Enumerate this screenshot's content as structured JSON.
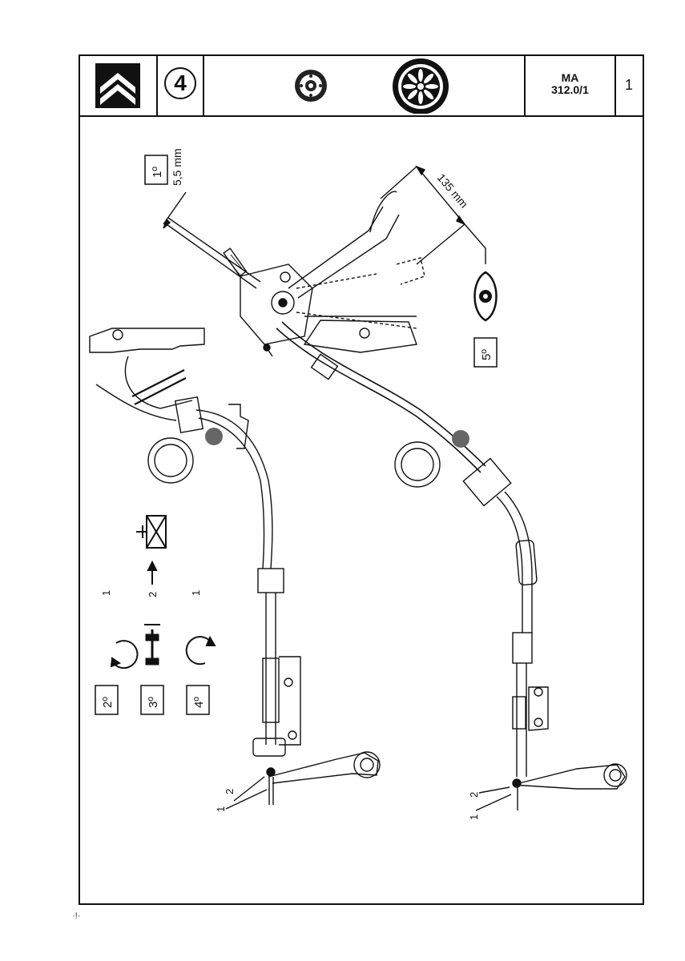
{
  "header": {
    "section_number": "4",
    "reference_line1": "MA",
    "reference_line2": "312.0/1",
    "page_number": "1"
  },
  "steps": {
    "step1": "1º",
    "step1_dim": "5,5 mm",
    "step2": "2º",
    "step3": "3º",
    "step4": "4º",
    "step5": "5º",
    "pedal_dim": "135 mm"
  },
  "legend": {
    "step2_ref": "1",
    "step3_ref": "2",
    "step4_ref": "1"
  },
  "callouts": {
    "left_1": "1",
    "left_2": "2",
    "right_1": "1",
    "right_2": "2"
  },
  "footer": {
    "mark": "·!·"
  },
  "icons": [
    "citroen-chevrons-logo",
    "clutch-disc-icon",
    "clutch-pressure-plate-icon",
    "eye-icon",
    "rotate-clockwise-icon",
    "adjust-nut-icon",
    "locknut-crossed-icon"
  ]
}
